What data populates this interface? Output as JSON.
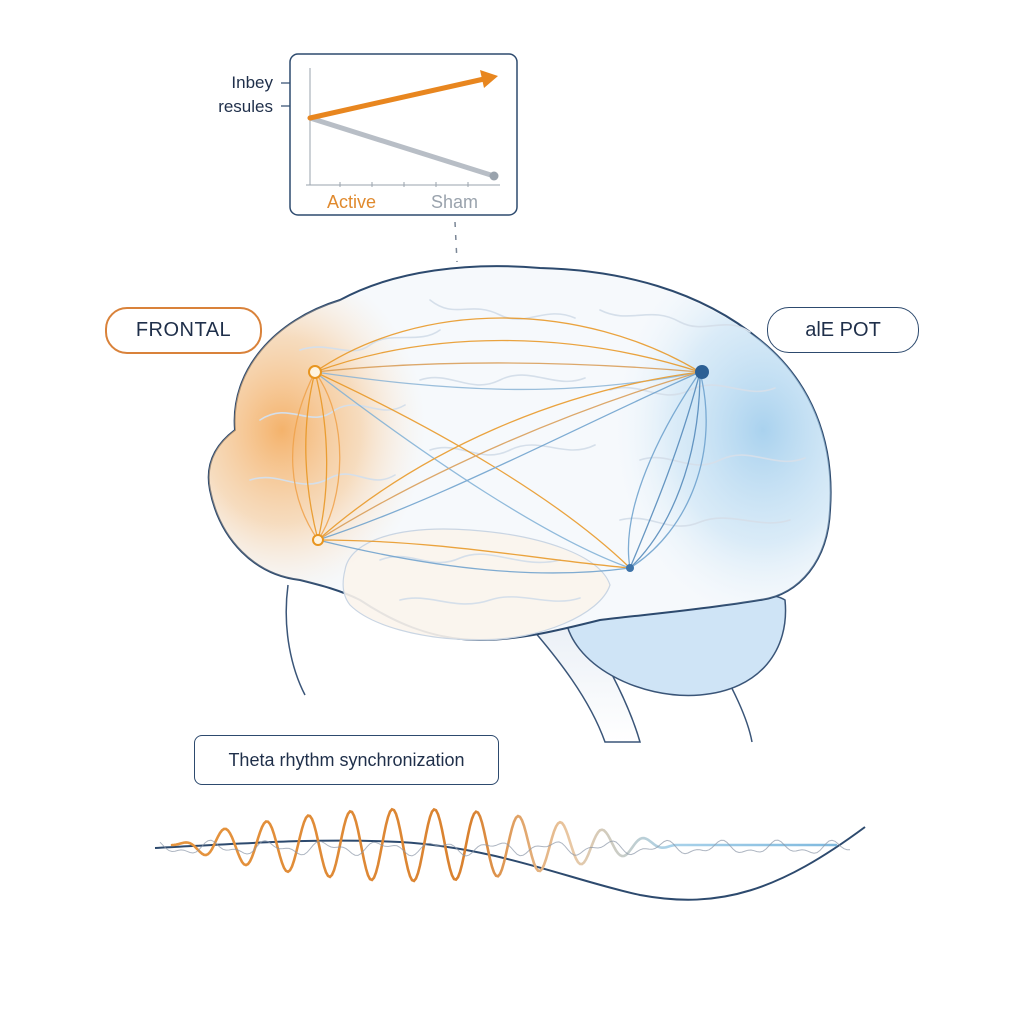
{
  "regions": {
    "left_label": "FRONTAL",
    "right_label": "alE POT"
  },
  "inset_chart": {
    "ylabel_line1": "Inbey",
    "ylabel_line2": "resules",
    "x_active": "Active",
    "x_sham": "Sham"
  },
  "wave": {
    "label": "Theta rhythm synchronization"
  },
  "colors": {
    "frontal": "#f0a24a",
    "posterior": "#8ec3e8",
    "outline": "#2d4a6e",
    "active": "#e8861f",
    "sham": "#b8bec6"
  }
}
